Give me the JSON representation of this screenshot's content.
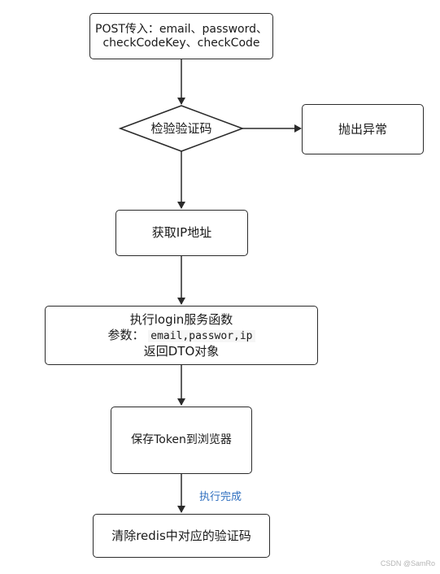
{
  "nodes": {
    "post_input": {
      "line1": "POST传入：email、password、",
      "line2": "checkCodeKey、checkCode"
    },
    "verify_code": "检验验证码",
    "throw_exception": "抛出异常",
    "get_ip": "获取IP地址",
    "exec_login": {
      "line1": "执行login服务函数",
      "params_label": "参数：",
      "params_value": "email,passwor,ip",
      "line3": "返回DTO对象"
    },
    "save_token": "保存Token到浏览器",
    "clear_redis": "清除redis中对应的验证码"
  },
  "edges": {
    "complete_label": "执行完成"
  },
  "watermark": "CSDN @SamRo",
  "colors": {
    "stroke": "#2b2b2b",
    "label": "#2f6fbf"
  }
}
